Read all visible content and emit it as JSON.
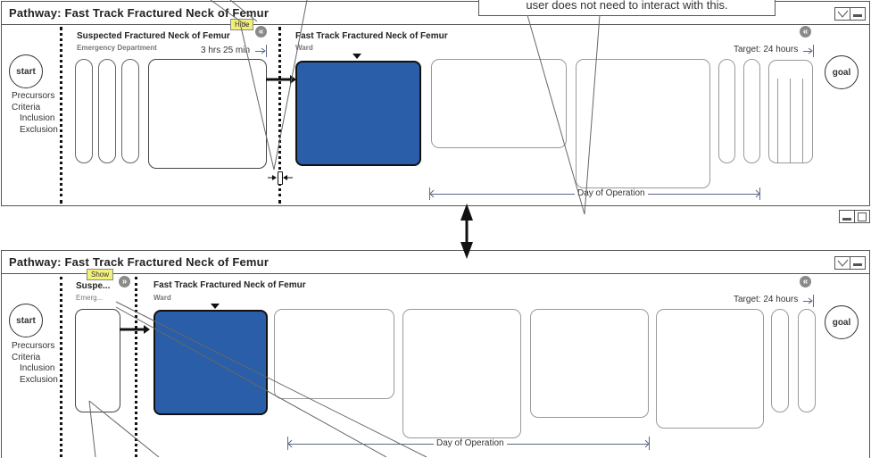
{
  "callout": {
    "text": "user does not need to interact with this."
  },
  "expanded_view": {
    "title": "Pathway: Fast Track Fractured Neck of Femur",
    "window_buttons": [
      "dropdown-icon",
      "minimize-icon"
    ],
    "start_label": "start",
    "goal_label": "goal",
    "criteria": [
      "Precursors",
      "Criteria",
      "Inclusion",
      "Exclusion"
    ],
    "stage1": {
      "title": "Suspected Fractured Neck of Femur",
      "subtitle": "Emergency Department",
      "duration": "3 hrs 25 min",
      "tooltip": "Hide",
      "collapse_icon": "double-chevron-left-icon"
    },
    "stage2": {
      "title": "Fast Track Fractured Neck of Femur",
      "subtitle": "Ward",
      "target": "Target: 24 hours",
      "collapse_icon": "double-chevron-left-icon",
      "span_label": "Day of Operation"
    },
    "restore_buttons": [
      "minimize-icon",
      "maximize-icon"
    ]
  },
  "collapsed_view": {
    "title": "Pathway: Fast Track Fractured Neck of Femur",
    "window_buttons": [
      "dropdown-icon",
      "minimize-icon"
    ],
    "start_label": "start",
    "goal_label": "goal",
    "criteria": [
      "Precursors",
      "Criteria",
      "Inclusion",
      "Exclusion"
    ],
    "stage1": {
      "title": "Suspe...",
      "subtitle": "Emerg...",
      "tooltip": "Show",
      "expand_icon": "double-chevron-right-icon"
    },
    "stage2": {
      "title": "Fast Track Fractured Neck of Femur",
      "subtitle": "Ward",
      "target": "Target: 24 hours",
      "collapse_icon": "double-chevron-left-icon",
      "span_label": "Day of Operation"
    }
  },
  "colors": {
    "selected_step": "#2a5ea8",
    "tooltip": "#f3f07a",
    "dimension_line": "#5b6a85"
  }
}
